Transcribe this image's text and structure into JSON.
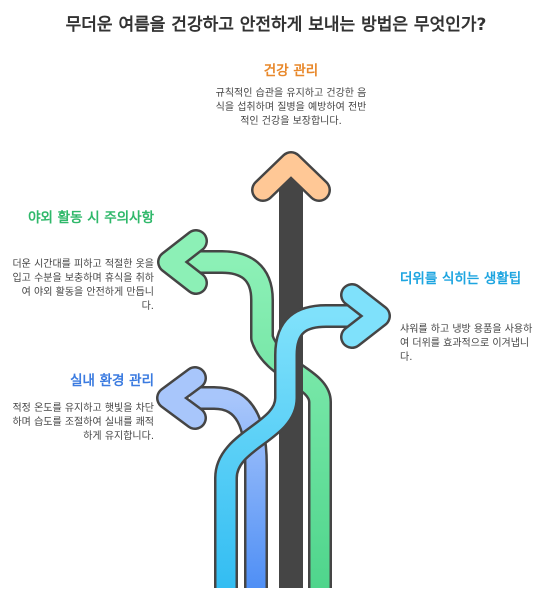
{
  "title": "무더운 여름을 건강하고 안전하게 보내는 방법은 무엇인가?",
  "sections": {
    "health": {
      "heading": "건강 관리",
      "text": "규칙적인 습관을 유지하고 건강한 음식을 섭취하며 질병을 예방하여 전반적인 건강을 보장합니다.",
      "color": "#e8882b"
    },
    "outdoor": {
      "heading": "야외 활동 시 주의사항",
      "text": "더운 시간대를 피하고 적절한 옷을 입고 수분을 보충하며 휴식을 취하여 야외 활동을 안전하게 만듭니다.",
      "color": "#2fb86a"
    },
    "heat": {
      "heading": "더위를 식히는 생활팁",
      "text": "샤워를 하고 냉방 용품을 사용하여 더위를 효과적으로 이겨냅니다.",
      "color": "#1ea5e0"
    },
    "indoor": {
      "heading": "실내 환경 관리",
      "text": "적정 온도를 유지하고 햇빛을 차단하며 습도를 조절하여 실내를 쾌적하게 유지합니다.",
      "color": "#3b7be0"
    }
  }
}
